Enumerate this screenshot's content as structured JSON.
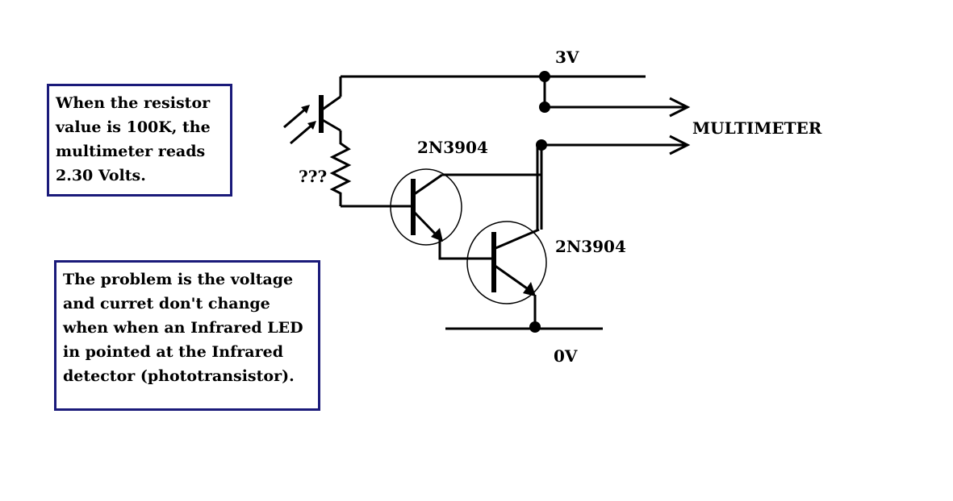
{
  "labels": {
    "supply": "3V",
    "ground": "0V",
    "output": "MULTIMETER",
    "transistor_1": "2N3904",
    "transistor_2": "2N3904",
    "resistor": "???"
  },
  "notes": {
    "resistor_reading": "When the resistor\nvalue is 100K, the\nmultimeter reads\n2.30 Volts.",
    "problem": "The problem is the voltage\nand curret don't change\nwhen when an Infrared LED\nin pointed at the Infrared\ndetector (phototransistor)."
  },
  "colors": {
    "note_border": "#1a1a7a",
    "wire": "#000000"
  }
}
